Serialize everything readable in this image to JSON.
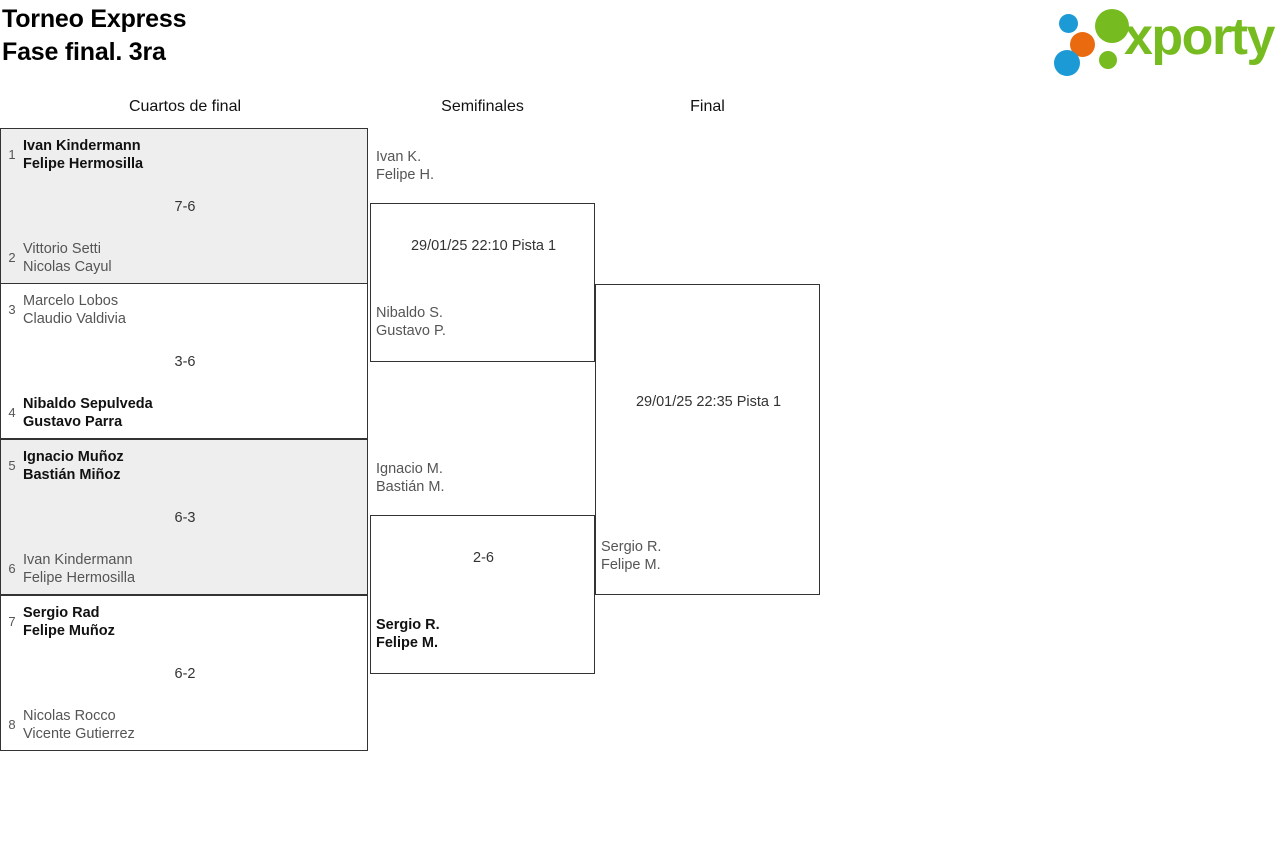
{
  "header": {
    "title": "Torneo Express\nFase final. 3ra",
    "logo_text": "xporty",
    "logo_colors": {
      "green": "#76bc21",
      "blue": "#1b9ad6",
      "orange": "#ea6a10"
    }
  },
  "rounds": [
    {
      "label": "Cuartos de final"
    },
    {
      "label": "Semifinales"
    },
    {
      "label": "Final"
    }
  ],
  "quarterfinals": [
    {
      "top": {
        "seed": "1",
        "names": "Ivan Kindermann\nFelipe Hermosilla",
        "status": "winner"
      },
      "bottom": {
        "seed": "2",
        "names": "Vittorio Setti\nNicolas Cayul",
        "status": "loser"
      },
      "score": "7-6"
    },
    {
      "top": {
        "seed": "3",
        "names": "Marcelo Lobos\nClaudio Valdivia",
        "status": "loser"
      },
      "bottom": {
        "seed": "4",
        "names": "Nibaldo Sepulveda\nGustavo Parra",
        "status": "winner"
      },
      "score": "3-6"
    },
    {
      "top": {
        "seed": "5",
        "names": "Ignacio Muñoz\nBastián Miñoz",
        "status": "winner"
      },
      "bottom": {
        "seed": "6",
        "names": "Ivan Kindermann\nFelipe Hermosilla",
        "status": "loser"
      },
      "score": "6-3"
    },
    {
      "top": {
        "seed": "7",
        "names": "Sergio Rad\nFelipe Muñoz",
        "status": "winner"
      },
      "bottom": {
        "seed": "8",
        "names": "Nicolas Rocco\nVicente Gutierrez",
        "status": "loser"
      },
      "score": "6-2"
    }
  ],
  "semifinals": [
    {
      "top": {
        "names": "Ivan K.\nFelipe H.",
        "status": "pending"
      },
      "bottom": {
        "names": "Nibaldo S.\nGustavo P.",
        "status": "pending"
      },
      "schedule": "29/01/25 22:10 Pista 1",
      "score": ""
    },
    {
      "top": {
        "names": "Ignacio M.\nBastián M.",
        "status": "loser"
      },
      "bottom": {
        "names": "Sergio R.\nFelipe M.",
        "status": "winner"
      },
      "schedule": "",
      "score": "2-6"
    }
  ],
  "final": {
    "top": {
      "names": "",
      "status": "pending"
    },
    "bottom": {
      "names": "Sergio R.\nFelipe M.",
      "status": "pending"
    },
    "schedule": "29/01/25 22:35 Pista 1",
    "score": ""
  }
}
